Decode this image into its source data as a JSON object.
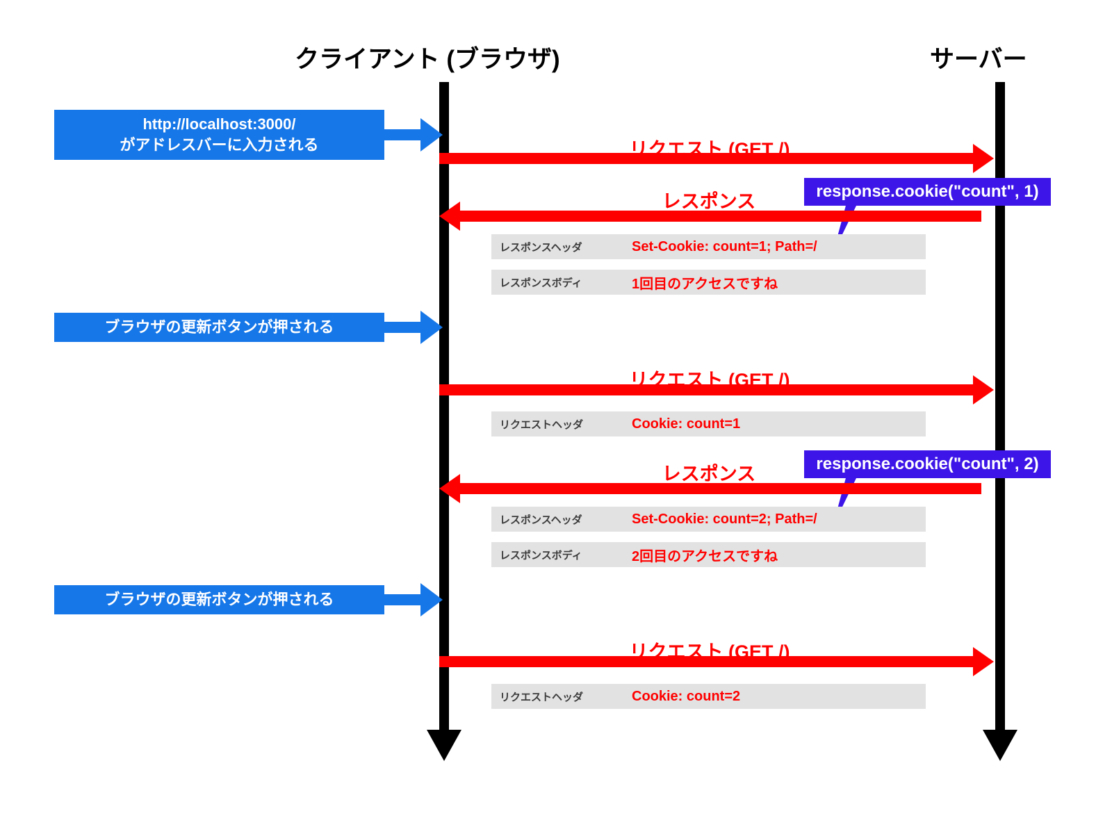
{
  "diagram": {
    "title_client": "クライアント (ブラウザ)",
    "title_server": "サーバー",
    "colors": {
      "lifeline": "#000000",
      "message": "#ff0000",
      "event_box": "#1677e8",
      "callout": "#3d15e8",
      "detail_row": "#e2e2e2",
      "detail_key_text": "#3b3b3b",
      "background": "#ffffff"
    }
  },
  "events": [
    {
      "line1": "http://localhost:3000/",
      "line2": "がアドレスバーに入力される"
    },
    {
      "line1": "ブラウザの更新ボタンが押される",
      "line2": ""
    },
    {
      "line1": "ブラウザの更新ボタンが押される",
      "line2": ""
    }
  ],
  "messages": [
    {
      "label": "リクエスト (GET /)",
      "direction": "right"
    },
    {
      "label": "レスポンス",
      "direction": "left"
    },
    {
      "label": "リクエスト (GET /)",
      "direction": "right"
    },
    {
      "label": "レスポンス",
      "direction": "left"
    },
    {
      "label": "リクエスト (GET /)",
      "direction": "right"
    }
  ],
  "details": [
    {
      "key": "レスポンスヘッダ",
      "value": "Set-Cookie: count=1; Path=/"
    },
    {
      "key": "レスポンスボディ",
      "value": "1回目のアクセスですね"
    },
    {
      "key": "リクエストヘッダ",
      "value": "Cookie: count=1"
    },
    {
      "key": "レスポンスヘッダ",
      "value": "Set-Cookie: count=2; Path=/"
    },
    {
      "key": "レスポンスボディ",
      "value": "2回目のアクセスですね"
    },
    {
      "key": "リクエストヘッダ",
      "value": "Cookie: count=2"
    }
  ],
  "callouts": [
    {
      "text": "response.cookie(\"count\", 1)"
    },
    {
      "text": "response.cookie(\"count\", 2)"
    }
  ]
}
